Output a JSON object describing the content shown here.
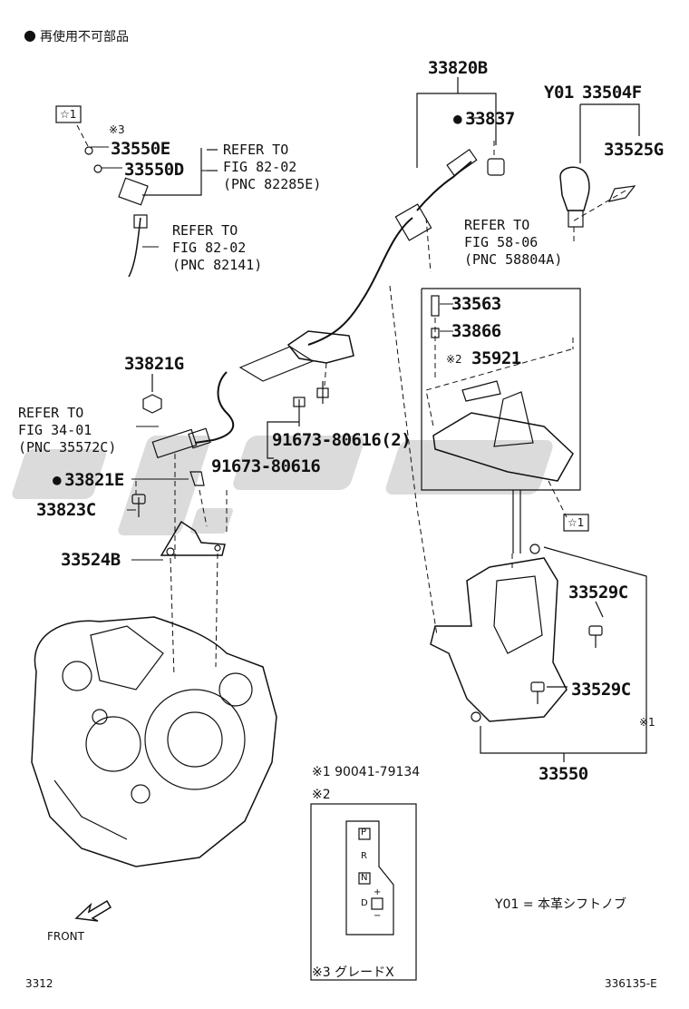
{
  "legend": {
    "bullet_note": "再使用不可部品"
  },
  "parts": {
    "p33820B": "33820B",
    "p33837": "33837",
    "y01": "Y01",
    "p33504F": "33504F",
    "p33525G": "33525G",
    "p33550E": "33550E",
    "p33550D": "33550D",
    "p33563": "33563",
    "p33866": "33866",
    "p35921": "35921",
    "p33821G": "33821G",
    "p33821E": "33821E",
    "p33823C": "33823C",
    "p33524B": "33524B",
    "p91673_2": "91673-80616(2)",
    "p91673": "91673-80616",
    "p33529C_a": "33529C",
    "p33529C_b": "33529C",
    "p33550": "33550"
  },
  "refs": {
    "r1": "REFER TO\nFIG 82-02\n(PNC 82285E)",
    "r2": "REFER TO\nFIG 82-02\n(PNC 82141)",
    "r3": "REFER TO\nFIG 58-06\n(PNC 58804A)",
    "r4": "REFER TO\nFIG 34-01\n(PNC 35572C)"
  },
  "marks": {
    "star1_a": "☆1",
    "star1_b": "☆1",
    "kome3": "※3",
    "kome2": "※2",
    "kome1_side": "※1"
  },
  "footnotes": {
    "n1": "※1  90041-79134",
    "n2": "※2",
    "n3": "※3  グレードX",
    "y01_note": "Y01 = 本革シフトノブ"
  },
  "indicator": {
    "p": "P",
    "r": "R",
    "n": "N",
    "d": "D",
    "plus": "+",
    "minus": "−"
  },
  "front": "FRONT",
  "footer": {
    "left": "3312",
    "right": "336135-E"
  },
  "watermark": {
    "color": "#c8c8c8"
  }
}
